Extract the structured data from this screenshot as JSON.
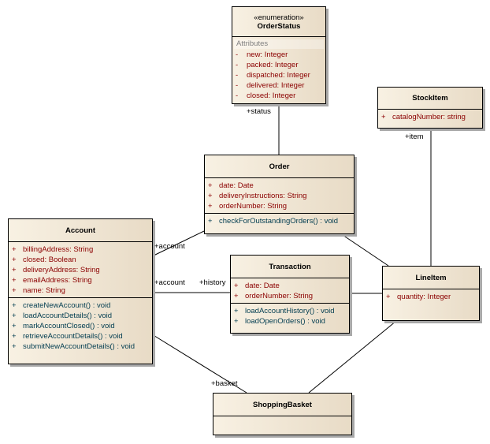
{
  "classes": [
    {
      "id": "order-status",
      "stereotype": "«enumeration»",
      "name": "OrderStatus",
      "attributes_label": "Attributes",
      "attributes": [
        {
          "vis": "-",
          "text": "new:  Integer"
        },
        {
          "vis": "-",
          "text": "packed:  Integer"
        },
        {
          "vis": "-",
          "text": "dispatched:  Integer"
        },
        {
          "vis": "-",
          "text": "delivered:  Integer"
        },
        {
          "vis": "-",
          "text": "closed:  Integer"
        }
      ],
      "operations": null
    },
    {
      "id": "stock-item",
      "name": "StockItem",
      "attributes": [
        {
          "vis": "+",
          "text": "catalogNumber:  string"
        }
      ],
      "operations": null
    },
    {
      "id": "order",
      "name": "Order",
      "attributes": [
        {
          "vis": "+",
          "text": "date:  Date"
        },
        {
          "vis": "+",
          "text": "deliveryInstructions:  String"
        },
        {
          "vis": "+",
          "text": "orderNumber:  String"
        }
      ],
      "operations": [
        {
          "vis": "+",
          "text": "checkForOutstandingOrders() : void"
        }
      ]
    },
    {
      "id": "account",
      "name": "Account",
      "attributes": [
        {
          "vis": "+",
          "text": "billingAddress:  String"
        },
        {
          "vis": "+",
          "text": "closed:  Boolean"
        },
        {
          "vis": "+",
          "text": "deliveryAddress:  String"
        },
        {
          "vis": "+",
          "text": "emailAddress:  String"
        },
        {
          "vis": "+",
          "text": "name:  String"
        }
      ],
      "operations": [
        {
          "vis": "+",
          "text": "createNewAccount() : void"
        },
        {
          "vis": "+",
          "text": "loadAccountDetails() : void"
        },
        {
          "vis": "+",
          "text": "markAccountClosed() : void"
        },
        {
          "vis": "+",
          "text": "retrieveAccountDetails() : void"
        },
        {
          "vis": "+",
          "text": "submitNewAccountDetails() : void"
        }
      ]
    },
    {
      "id": "transaction",
      "name": "Transaction",
      "attributes": [
        {
          "vis": "+",
          "text": "date:  Date"
        },
        {
          "vis": "+",
          "text": "orderNumber:  String"
        }
      ],
      "operations": [
        {
          "vis": "+",
          "text": "loadAccountHistory() : void"
        },
        {
          "vis": "+",
          "text": "loadOpenOrders() : void"
        }
      ]
    },
    {
      "id": "line-item",
      "name": "LineItem",
      "attributes": [
        {
          "vis": "+",
          "text": "quantity:  Integer"
        }
      ],
      "operations": null
    },
    {
      "id": "shopping-basket",
      "name": "ShoppingBasket",
      "attributes": [],
      "operations": null
    }
  ],
  "roles": {
    "status": "+status",
    "item": "+item",
    "account_order": "+account",
    "account_transaction": "+account",
    "history": "+history",
    "basket": "+basket"
  },
  "colors": {
    "attribute": "#8b0000",
    "operation": "#003c50",
    "fill_start": "#f8f1e3",
    "fill_end": "#e8dbc6",
    "shadow": "#a8a8a8"
  }
}
